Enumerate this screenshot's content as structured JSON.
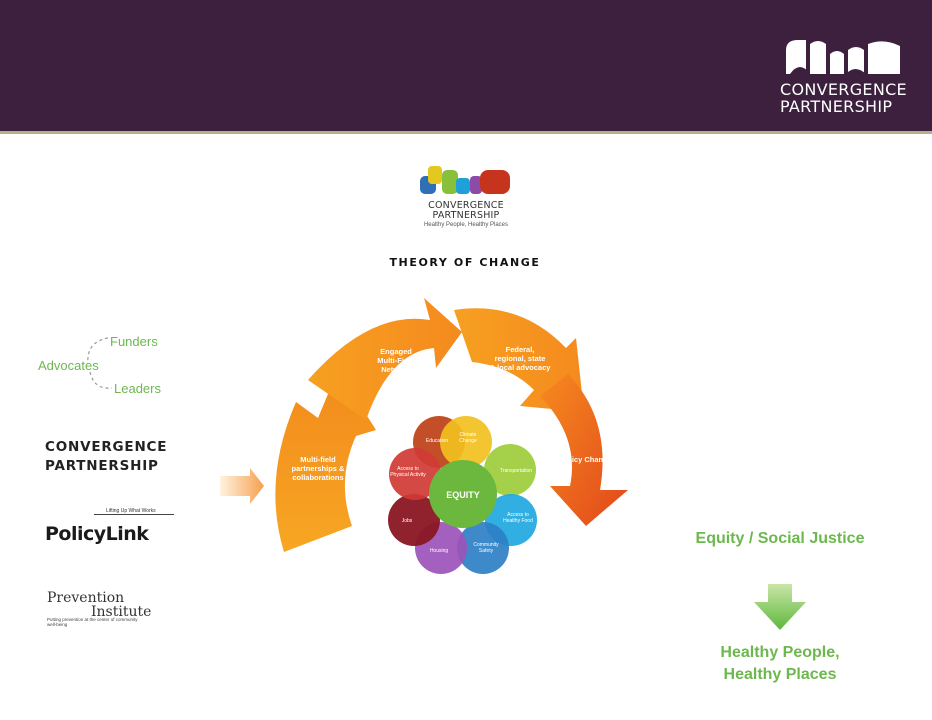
{
  "header": {
    "logo_line1": "CONVERGENCE",
    "logo_line2": "PARTNERSHIP",
    "bg_color": "#3d1f3e"
  },
  "center_logo": {
    "line1": "CONVERGENCE",
    "line2": "PARTNERSHIP",
    "tagline": "Healthy People, Healthy Places"
  },
  "title": "THEORY OF CHANGE",
  "left_panel": {
    "cycle": [
      "Funders",
      "Advocates",
      "Leaders"
    ],
    "org_line1": "CONVERGENCE",
    "org_line2": "PARTNERSHIP",
    "policylink_tagline": "Lifting Up What Works",
    "policylink": "PolicyLink",
    "prevention_line1": "Prevention",
    "prevention_line2": "Institute",
    "prevention_tagline": "Putting prevention at the center of community well-being"
  },
  "arc_steps": [
    {
      "label": "Multi-field partnerships & collaborations"
    },
    {
      "label": "Engaged Multi-Field Network"
    },
    {
      "label": "Federal, regional, state & local advocacy"
    },
    {
      "label": "Policy Change"
    }
  ],
  "center_circle": {
    "label": "EQUITY",
    "color": "#6cb83f"
  },
  "petals": [
    {
      "label": "Education",
      "color": "#c0461c"
    },
    {
      "label": "Climate Change",
      "color": "#f2c01e"
    },
    {
      "label": "Transportation",
      "color": "#9ccd3a"
    },
    {
      "label": "Access to Healthy Food",
      "color": "#1fa8e0"
    },
    {
      "label": "Community Safety",
      "color": "#2d7fc4"
    },
    {
      "label": "Housing",
      "color": "#9b53b8"
    },
    {
      "label": "Jobs",
      "color": "#8a1623"
    },
    {
      "label": "Access to Physical Activity",
      "color": "#d13a35"
    }
  ],
  "right_panel": {
    "equity": "Equity / Social Justice",
    "healthy1": "Healthy People,",
    "healthy2": "Healthy Places",
    "accent": "#6db84e"
  }
}
